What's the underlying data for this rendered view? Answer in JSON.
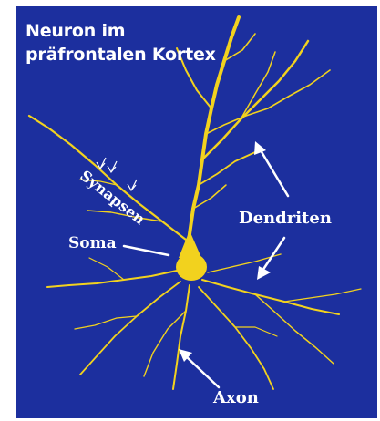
{
  "title_line1": "Neuron im",
  "title_line2": "präfrontalen Kortex",
  "labels": {
    "synapsen": "Synapsen",
    "dendriten": "Dendriten",
    "soma": "Soma",
    "axon": "Axon"
  },
  "colors": {
    "background": "#1c2f9e",
    "neuron": "#f2d21e",
    "text": "#ffffff"
  }
}
